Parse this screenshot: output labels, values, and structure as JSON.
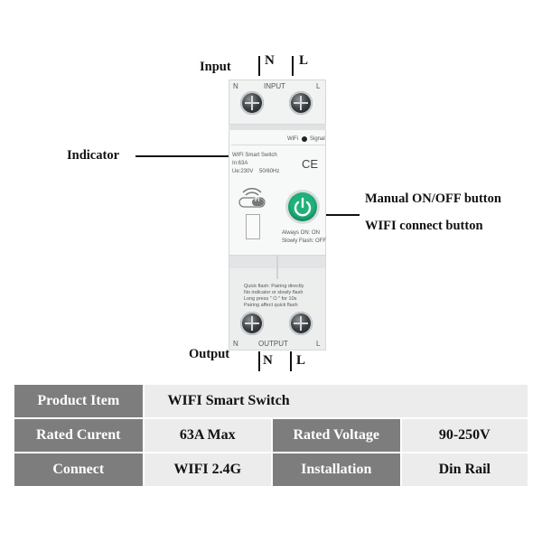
{
  "labels": {
    "input": "Input",
    "output": "Output",
    "indicator": "Indicator",
    "manual_button": "Manual ON/OFF button",
    "wifi_button": "WIFI connect button",
    "n": "N",
    "l": "L"
  },
  "device": {
    "top_n": "N",
    "top_input": "INPUT",
    "top_l": "L",
    "wifi_text": "WiFi",
    "signal_text": "Signal",
    "title": "WIFI Smart Switch",
    "rating": "In:63A",
    "voltage": "Ue:230V",
    "freq": "50/60Hz",
    "ce": "CE",
    "wifi_logo": "Fi",
    "always_on": "Always ON:  ON",
    "slowly_flash": "Slowly Flash: OFF",
    "instr1": "Quick flash: Pairing directly",
    "instr2": "No indicator or slowly flash",
    "instr3": "Long press \" ⏻ \" for 10s",
    "instr4": "Pairing affect quick flash",
    "bottom_n": "N",
    "bottom_output": "OUTPUT",
    "bottom_l": "L"
  },
  "table": {
    "rows": [
      [
        {
          "text": "Product Item",
          "kind": "lab"
        },
        {
          "text": "WIFI Smart Switch",
          "kind": "val",
          "colspan": 3,
          "align": "left"
        }
      ],
      [
        {
          "text": "Rated Curent",
          "kind": "lab"
        },
        {
          "text": "63A Max",
          "kind": "val"
        },
        {
          "text": "Rated Voltage",
          "kind": "lab"
        },
        {
          "text": "90-250V",
          "kind": "val"
        }
      ],
      [
        {
          "text": "Connect",
          "kind": "lab"
        },
        {
          "text": "WIFI 2.4G",
          "kind": "val"
        },
        {
          "text": "Installation",
          "kind": "lab"
        },
        {
          "text": "Din Rail",
          "kind": "val"
        }
      ]
    ]
  },
  "colors": {
    "button_green": "#1fb17a",
    "label_cell": "#7d7d7d",
    "value_cell": "#ececec"
  }
}
